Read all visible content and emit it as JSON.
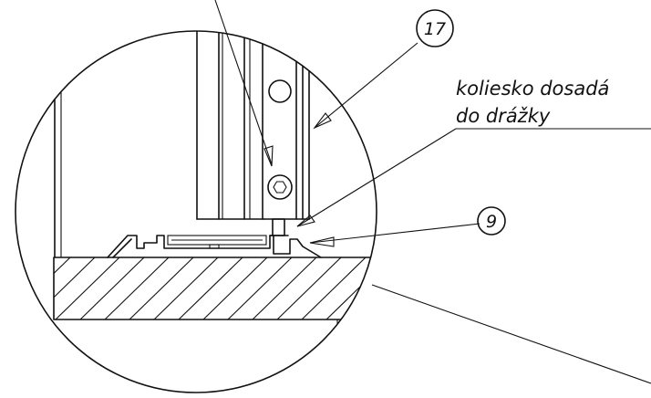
{
  "callouts": {
    "c17": "17",
    "c9": "9"
  },
  "note": {
    "line1": "koliesko dosadá",
    "line2": "do drážky"
  }
}
